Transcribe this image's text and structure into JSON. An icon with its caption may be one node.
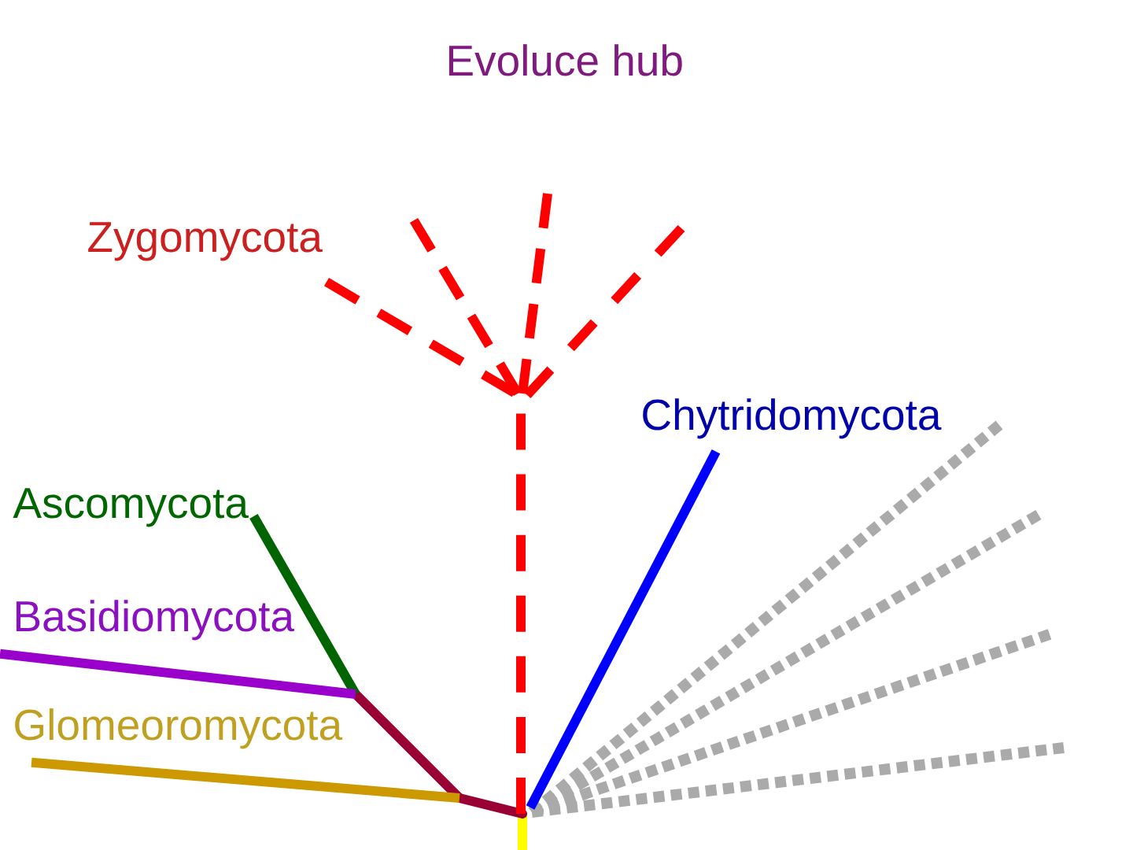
{
  "diagram": {
    "title": "Evoluce hub",
    "nodes": [
      {
        "text": [
          "Zygomycota"
        ]
      },
      {
        "text": [
          "Chytridomycota"
        ]
      },
      {
        "text": [
          "Ascomycota"
        ]
      },
      {
        "text": [
          "Basidiomycota"
        ]
      },
      {
        "text": [
          "Glomeoromycota"
        ]
      }
    ],
    "edges": [
      {
        "from": null,
        "to": 0,
        "arrow": "none",
        "style": "dashed",
        "color": "#ff0000"
      },
      {
        "from": null,
        "to": 1,
        "arrow": "none",
        "color": "#0000ff"
      },
      {
        "from": null,
        "to": 2,
        "arrow": "none",
        "color": "#006400"
      },
      {
        "from": null,
        "to": 3,
        "arrow": "none",
        "color": "#9900cc"
      },
      {
        "from": null,
        "to": 4,
        "arrow": "none",
        "color": "#cc9900"
      }
    ]
  }
}
